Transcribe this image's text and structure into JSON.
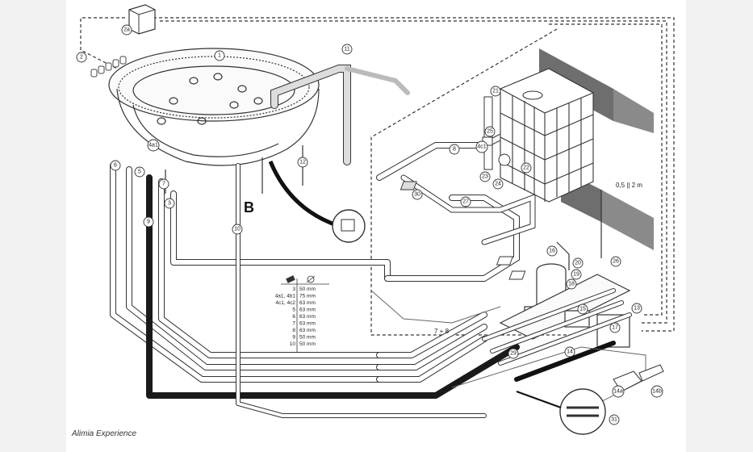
{
  "caption": "Alimia Experience",
  "section_marker": "B",
  "distance_label": "0,5 || 2 m",
  "combined_label": "7 + 8",
  "callouts": [
    "1",
    "2",
    "2a",
    "3",
    "4a1",
    "4c1",
    "5",
    "6",
    "7",
    "8",
    "9",
    "10",
    "11",
    "12",
    "13",
    "14",
    "14a",
    "14b",
    "15",
    "16",
    "17",
    "18",
    "19",
    "20",
    "21",
    "22",
    "23",
    "24",
    "25",
    "26",
    "27",
    "29",
    "30",
    "31"
  ],
  "pipe_table": {
    "rows": [
      {
        "ids": "3",
        "diameter": "50 mm"
      },
      {
        "ids": "4a1, 4b1",
        "diameter": "75 mm"
      },
      {
        "ids": "4c1, 4c2",
        "diameter": "63 mm"
      },
      {
        "ids": "5",
        "diameter": "63 mm"
      },
      {
        "ids": "6",
        "diameter": "63 mm"
      },
      {
        "ids": "7",
        "diameter": "63 mm"
      },
      {
        "ids": "8",
        "diameter": "63 mm"
      },
      {
        "ids": "9",
        "diameter": "50 mm"
      },
      {
        "ids": "10",
        "diameter": "50 mm"
      }
    ]
  },
  "colors": {
    "line": "#333333",
    "wall": "#6e6e6e",
    "pipe_dark": "#1a1a1a",
    "pipe_light": "#ffffff"
  }
}
